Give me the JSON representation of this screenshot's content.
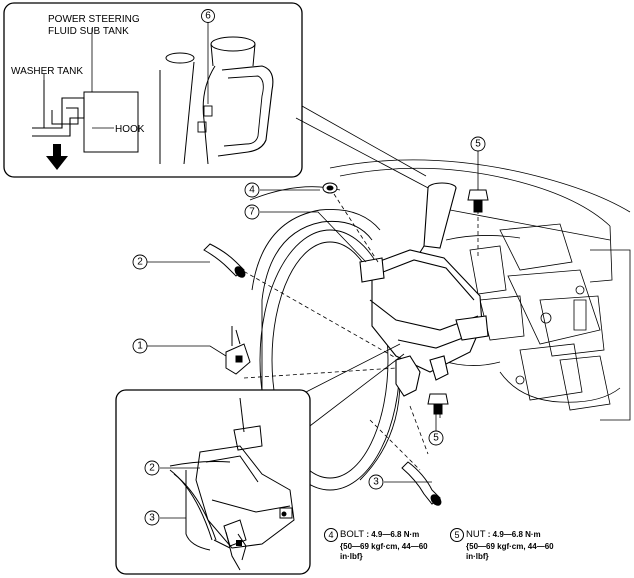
{
  "detail_top": {
    "label_power_steering": "POWER STEERING",
    "label_fluid_sub_tank": "FLUID SUB TANK",
    "label_washer_tank": "WASHER TANK",
    "label_hook": "HOOK",
    "callout": "6"
  },
  "callouts": {
    "c1": "1",
    "c2": "2",
    "c3": "3",
    "c4": "4",
    "c5_top": "5",
    "c5_bottom": "5",
    "c7": "7",
    "inset_c2": "2",
    "inset_c3": "3"
  },
  "specs": {
    "bolt": {
      "number": "4",
      "kind": "BOLT",
      "line1": ": 4.9—6.8 N·m",
      "line2": "{50—69 kgf·cm, 44—60",
      "line3": "in·lbf}"
    },
    "nut": {
      "number": "5",
      "kind": "NUT",
      "line1": ": 4.9—6.8 N·m",
      "line2": "{50—69 kgf·cm, 44—60",
      "line3": "in·lbf}"
    }
  }
}
